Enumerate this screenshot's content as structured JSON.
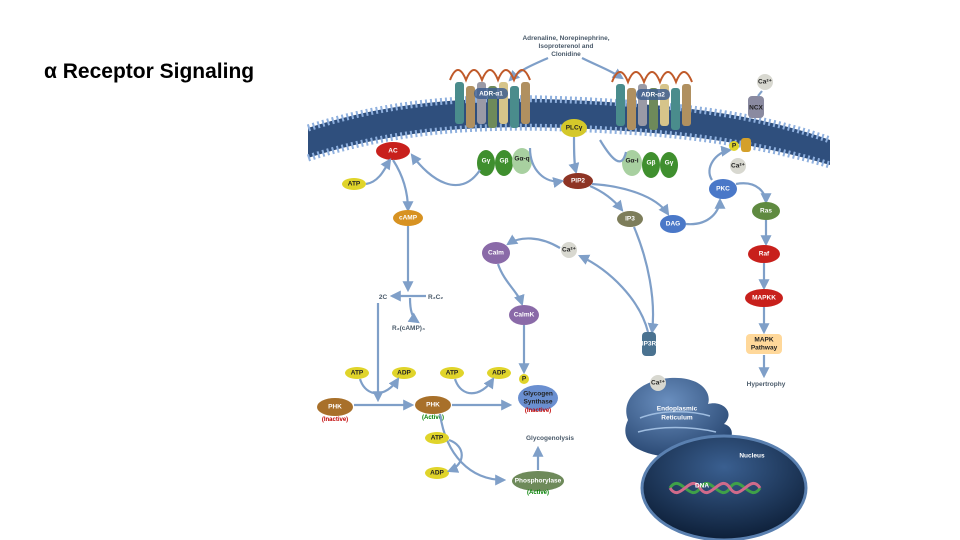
{
  "title": "α Receptor Signaling",
  "diagram": {
    "ligands": [
      "Adrenaline, Norepinephrine,",
      "Isoproterenol and",
      "Clonidine"
    ],
    "receptors": {
      "adr_a1": "ADR-α1",
      "adr_a2": "ADR-α2"
    },
    "membrane_proteins": {
      "ac": "AC",
      "plc": "PLCγ",
      "ncx": "NCX",
      "gy": "Gγ",
      "gb": "Gβ",
      "gaq": "Gα-q",
      "gai": "Gα-i"
    },
    "molecules": {
      "atp": "ATP",
      "adp": "ADP",
      "camp": "cAMP",
      "pip2": "PIP2",
      "ip3": "IP3",
      "dag": "DAG",
      "pkc": "PKC",
      "ras": "Ras",
      "raf": "Raf",
      "mapkk": "MAPKK",
      "mapk_pathway": [
        "MAPK",
        "Pathway"
      ],
      "hypertrophy": "Hypertrophy",
      "calm": "Calm",
      "calmk": "CalmK",
      "ca": "Ca²⁺",
      "ip3r": "IP3R",
      "c2": "2C",
      "r2c2": "R₂C₂",
      "r2camp4": "R₂(cAMP)₄",
      "p": "P"
    },
    "enzymes": {
      "phk": "PHK",
      "inactive": "(Inactive)",
      "active": "(Active)",
      "glycogen_synthase": [
        "Glycogen",
        "Synthase"
      ],
      "glycogenolysis": "Glycogenolysis",
      "phosphorylase": "Phosphorylase"
    },
    "organelles": {
      "er": [
        "Endoplasmic",
        "Reticulum"
      ],
      "nucleus": "Nucleus",
      "dna": "DNA"
    }
  },
  "colors": {
    "membrane": "#3d5f8f",
    "ac": "#c8201c",
    "atp": "#e0d42a",
    "camp": "#d79222",
    "gprotein": "#3f8f2e",
    "pip2": "#8e3424",
    "ip3": "#7d7d5a",
    "blue": "#4a78c8",
    "ras": "#5f8a40",
    "raf": "#c8201c",
    "calm": "#8a6aa8",
    "phk": "#a8702a",
    "er": "#3c5f86"
  }
}
